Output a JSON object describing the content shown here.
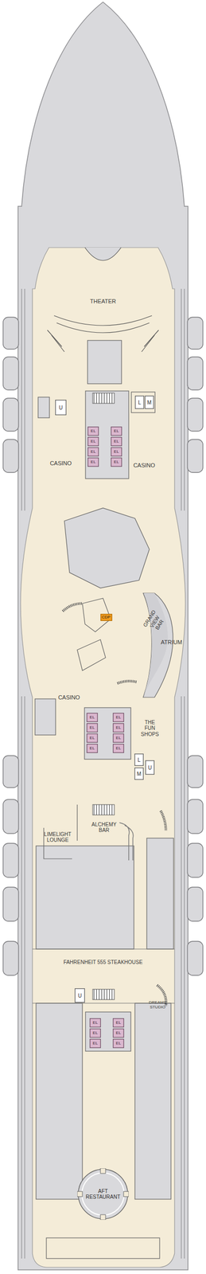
{
  "diagram": {
    "nodes": [
      {
        "text": [
          "U"
        ]
      },
      {
        "text": [
          "L"
        ]
      },
      {
        "text": [
          "M"
        ]
      },
      {
        "text": [
          "EL"
        ]
      },
      {
        "text": [
          "EL"
        ]
      },
      {
        "text": [
          "EL"
        ]
      },
      {
        "text": [
          "EL"
        ]
      },
      {
        "text": [
          "EL"
        ]
      },
      {
        "text": [
          "EL"
        ]
      },
      {
        "text": [
          "EL"
        ]
      },
      {
        "text": [
          "EL"
        ]
      },
      {
        "text": [
          "CDP"
        ]
      },
      {
        "text": [
          "EL"
        ]
      },
      {
        "text": [
          "EL"
        ]
      },
      {
        "text": [
          "EL"
        ]
      },
      {
        "text": [
          "EL"
        ]
      },
      {
        "text": [
          "EL"
        ]
      },
      {
        "text": [
          "EL"
        ]
      },
      {
        "text": [
          "EL"
        ]
      },
      {
        "text": [
          "EL"
        ]
      },
      {
        "text": [
          "L"
        ]
      },
      {
        "text": [
          "M"
        ]
      },
      {
        "text": [
          "U"
        ]
      },
      {
        "text": [
          "U"
        ]
      },
      {
        "text": [
          "EL"
        ]
      },
      {
        "text": [
          "EL"
        ]
      },
      {
        "text": [
          "EL"
        ]
      },
      {
        "text": [
          "EL"
        ]
      },
      {
        "text": [
          "EL"
        ]
      },
      {
        "text": [
          "EL"
        ]
      },
      {
        "text": [
          "AFT RESTAURANT"
        ]
      }
    ],
    "labels": [
      "THEATER",
      "CASINO",
      "CASINO",
      "GRAND VIEW BAR",
      "ATRIUM",
      "CASINO",
      "THE FUN SHOPS",
      "LIMELIGHT LOUNGE",
      "ALCHEMY BAR",
      "FAHRENHEIT 555 STEAKHOUSE",
      "DREAMS STUDIO"
    ]
  }
}
